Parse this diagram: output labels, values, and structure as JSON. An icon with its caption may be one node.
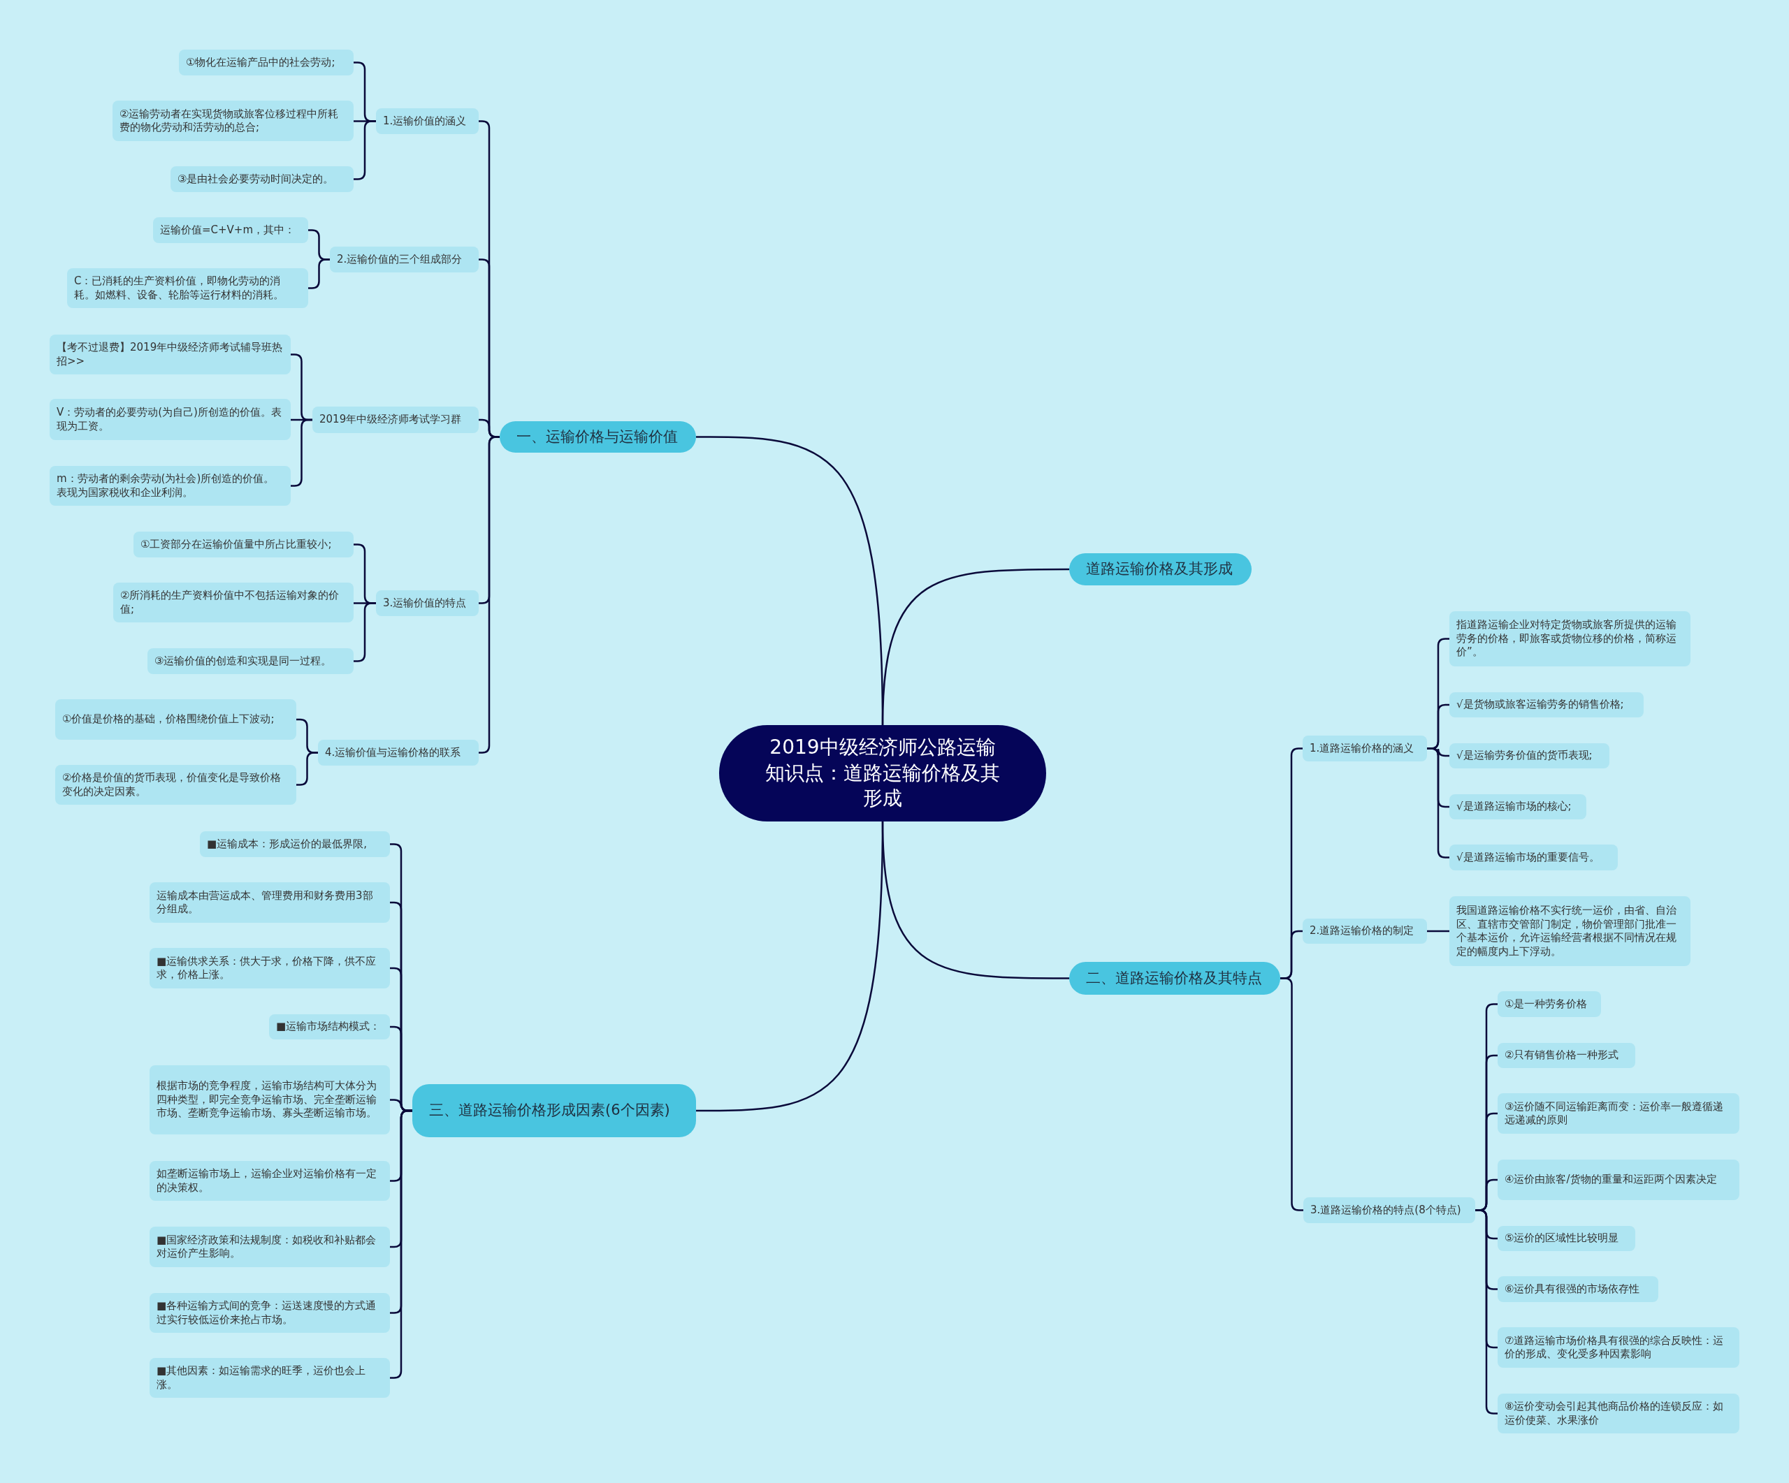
{
  "diagram": {
    "nodes": [
      {
        "text": [
          "2019中级经济师公路运输知识点：道路运输价格及其形成"
        ]
      },
      {
        "text": [
          "一、运输价格与运输价值"
        ]
      },
      {
        "text": [
          "1.运输价值的涵义"
        ]
      },
      {
        "text": [
          "①物化在运输产品中的社会劳动;"
        ]
      },
      {
        "text": [
          "②运输劳动者在实现货物或旅客位移过程中所耗费的物化劳动和活劳动的总合;"
        ]
      },
      {
        "text": [
          "③是由社会必要劳动时间决定的。"
        ]
      },
      {
        "text": [
          "2.运输价值的三个组成部分"
        ]
      },
      {
        "text": [
          "运输价值=C+V+m，其中："
        ]
      },
      {
        "text": [
          "C：已消耗的生产资料价值，即物化劳动的消耗。如燃料、设备、轮胎等运行材料的消耗。"
        ]
      },
      {
        "text": [
          "2019年中级经济师考试学习群"
        ]
      },
      {
        "text": [
          "【考不过退费】2019年中级经济师考试辅导班热招>>"
        ]
      },
      {
        "text": [
          "V：劳动者的必要劳动(为自己)所创造的价值。表现为工资。"
        ]
      },
      {
        "text": [
          "m：劳动者的剩余劳动(为社会)所创造的价值。表现为国家税收和企业利润。"
        ]
      },
      {
        "text": [
          "3.运输价值的特点"
        ]
      },
      {
        "text": [
          "①工资部分在运输价值量中所占比重较小;"
        ]
      },
      {
        "text": [
          "②所消耗的生产资料价值中不包括运输对象的价值;"
        ]
      },
      {
        "text": [
          "③运输价值的创造和实现是同一过程。"
        ]
      },
      {
        "text": [
          "4.运输价值与运输价格的联系"
        ]
      },
      {
        "text": [
          "①价值是价格的基础，价格围绕价值上下波动;"
        ]
      },
      {
        "text": [
          "②价格是价值的货币表现，价值变化是导致价格变化的决定因素。"
        ]
      },
      {
        "text": [
          "道路运输价格及其形成"
        ]
      },
      {
        "text": [
          "二、道路运输价格及其特点"
        ]
      },
      {
        "text": [
          "1.道路运输价格的涵义"
        ]
      },
      {
        "text": [
          "指道路运输企业对特定货物或旅客所提供的运输劳务的价格，即旅客或货物位移的价格，简称运价”。"
        ]
      },
      {
        "text": [
          "√是货物或旅客运输劳务的销售价格;"
        ]
      },
      {
        "text": [
          "√是运输劳务价值的货币表现;"
        ]
      },
      {
        "text": [
          "√是道路运输市场的核心;"
        ]
      },
      {
        "text": [
          "√是道路运输市场的重要信号。"
        ]
      },
      {
        "text": [
          "2.道路运输价格的制定"
        ]
      },
      {
        "text": [
          "我国道路运输价格不实行统一运价，由省、自治区、直辖市交管部门制定，物价管理部门批准一个基本运价，允许运输经营者根据不同情况在规定的幅度内上下浮动。"
        ]
      },
      {
        "text": [
          "3.道路运输价格的特点(8个特点)"
        ]
      },
      {
        "text": [
          "①是一种劳务价格"
        ]
      },
      {
        "text": [
          "②只有销售价格一种形式"
        ]
      },
      {
        "text": [
          "③运价随不同运输距离而变：运价率一般遵循递远递减的原则"
        ]
      },
      {
        "text": [
          "④运价由旅客/货物的重量和运距两个因素决定"
        ]
      },
      {
        "text": [
          "⑤运价的区域性比较明显"
        ]
      },
      {
        "text": [
          "⑥运价具有很强的市场依存性"
        ]
      },
      {
        "text": [
          "⑦道路运输市场价格具有很强的综合反映性：运价的形成、变化受多种因素影响"
        ]
      },
      {
        "text": [
          "⑧运价变动会引起其他商品价格的连锁反应：如运价使菜、水果涨价"
        ]
      },
      {
        "text": [
          "三、道路运输价格形成因素(6个因素)"
        ]
      },
      {
        "text": [
          "■运输成本：形成运价的最低界限,"
        ]
      },
      {
        "text": [
          "运输成本由营运成本、管理费用和财务费用3部分组成。"
        ]
      },
      {
        "text": [
          "■运输供求关系：供大于求，价格下降，供不应求，价格上涨。"
        ]
      },
      {
        "text": [
          "■运输市场结构模式："
        ]
      },
      {
        "text": [
          "根据市场的竞争程度，运输市场结构可大体分为四种类型，即完全竞争运输市场、完全垄断运输市场、垄断竞争运输市场、寡头垄断运输市场。"
        ]
      },
      {
        "text": [
          "如垄断运输市场上，运输企业对运输价格有一定的决策权。"
        ]
      },
      {
        "text": [
          "■国家经济政策和法规制度：如税收和补贴都会对运价产生影响。"
        ]
      },
      {
        "text": [
          "■各种运输方式间的竞争：运送速度慢的方式通过实行较低运价来抢占市场。"
        ]
      },
      {
        "text": [
          "■其他因素：如运输需求的旺季，运价也会上涨。"
        ]
      }
    ],
    "edges": [
      {
        "from": 0,
        "to": 1,
        "arrow": "none"
      },
      {
        "from": 1,
        "to": 2,
        "arrow": "none"
      },
      {
        "from": 2,
        "to": 3,
        "arrow": "none"
      },
      {
        "from": 2,
        "to": 4,
        "arrow": "none"
      },
      {
        "from": 2,
        "to": 5,
        "arrow": "none"
      },
      {
        "from": 1,
        "to": 6,
        "arrow": "none"
      },
      {
        "from": 6,
        "to": 7,
        "arrow": "none"
      },
      {
        "from": 6,
        "to": 8,
        "arrow": "none"
      },
      {
        "from": 1,
        "to": 9,
        "arrow": "none"
      },
      {
        "from": 9,
        "to": 10,
        "arrow": "none"
      },
      {
        "from": 9,
        "to": 11,
        "arrow": "none"
      },
      {
        "from": 9,
        "to": 12,
        "arrow": "none"
      },
      {
        "from": 1,
        "to": 13,
        "arrow": "none"
      },
      {
        "from": 13,
        "to": 14,
        "arrow": "none"
      },
      {
        "from": 13,
        "to": 15,
        "arrow": "none"
      },
      {
        "from": 13,
        "to": 16,
        "arrow": "none"
      },
      {
        "from": 1,
        "to": 17,
        "arrow": "none"
      },
      {
        "from": 17,
        "to": 18,
        "arrow": "none"
      },
      {
        "from": 17,
        "to": 19,
        "arrow": "none"
      },
      {
        "from": 0,
        "to": 20,
        "arrow": "none"
      },
      {
        "from": 0,
        "to": 21,
        "arrow": "none"
      },
      {
        "from": 21,
        "to": 22,
        "arrow": "none"
      },
      {
        "from": 22,
        "to": 23,
        "arrow": "none"
      },
      {
        "from": 22,
        "to": 24,
        "arrow": "none"
      },
      {
        "from": 22,
        "to": 25,
        "arrow": "none"
      },
      {
        "from": 22,
        "to": 26,
        "arrow": "none"
      },
      {
        "from": 22,
        "to": 27,
        "arrow": "none"
      },
      {
        "from": 21,
        "to": 28,
        "arrow": "none"
      },
      {
        "from": 28,
        "to": 29,
        "arrow": "none"
      },
      {
        "from": 21,
        "to": 30,
        "arrow": "none"
      },
      {
        "from": 30,
        "to": 31,
        "arrow": "none"
      },
      {
        "from": 30,
        "to": 32,
        "arrow": "none"
      },
      {
        "from": 30,
        "to": 33,
        "arrow": "none"
      },
      {
        "from": 30,
        "to": 34,
        "arrow": "none"
      },
      {
        "from": 30,
        "to": 35,
        "arrow": "none"
      },
      {
        "from": 30,
        "to": 36,
        "arrow": "none"
      },
      {
        "from": 30,
        "to": 37,
        "arrow": "none"
      },
      {
        "from": 30,
        "to": 38,
        "arrow": "none"
      },
      {
        "from": 0,
        "to": 39,
        "arrow": "none"
      },
      {
        "from": 39,
        "to": 40,
        "arrow": "none"
      },
      {
        "from": 39,
        "to": 41,
        "arrow": "none"
      },
      {
        "from": 39,
        "to": 42,
        "arrow": "none"
      },
      {
        "from": 39,
        "to": 43,
        "arrow": "none"
      },
      {
        "from": 39,
        "to": 44,
        "arrow": "none"
      },
      {
        "from": 39,
        "to": 45,
        "arrow": "none"
      },
      {
        "from": 39,
        "to": 46,
        "arrow": "none"
      },
      {
        "from": 39,
        "to": 47,
        "arrow": "none"
      },
      {
        "from": 39,
        "to": 48,
        "arrow": "none"
      }
    ]
  }
}
